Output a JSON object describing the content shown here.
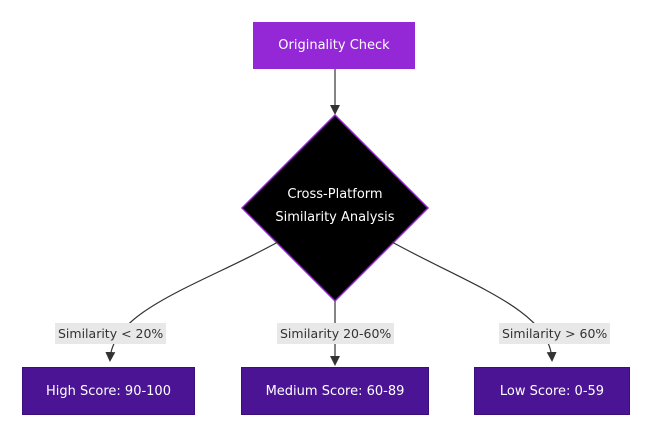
{
  "diagram": {
    "nodes": {
      "root": "Originality Check",
      "decision": [
        "Cross-Platform",
        "Similarity Analysis"
      ],
      "high": "High Score: 90-100",
      "medium": "Medium Score: 60-89",
      "low": "Low Score: 0-59"
    },
    "edges": {
      "left_label": "Similarity < 20%",
      "middle_label": "Similarity 20-60%",
      "right_label": "Similarity > 60%"
    },
    "colors": {
      "root_fill": "#9428d6",
      "decision_fill": "#000000",
      "decision_stroke": "#9428d6",
      "leaf_fill": "#4b1494",
      "edge_stroke": "#333333",
      "edge_label_bg": "#e8e8e8"
    }
  }
}
